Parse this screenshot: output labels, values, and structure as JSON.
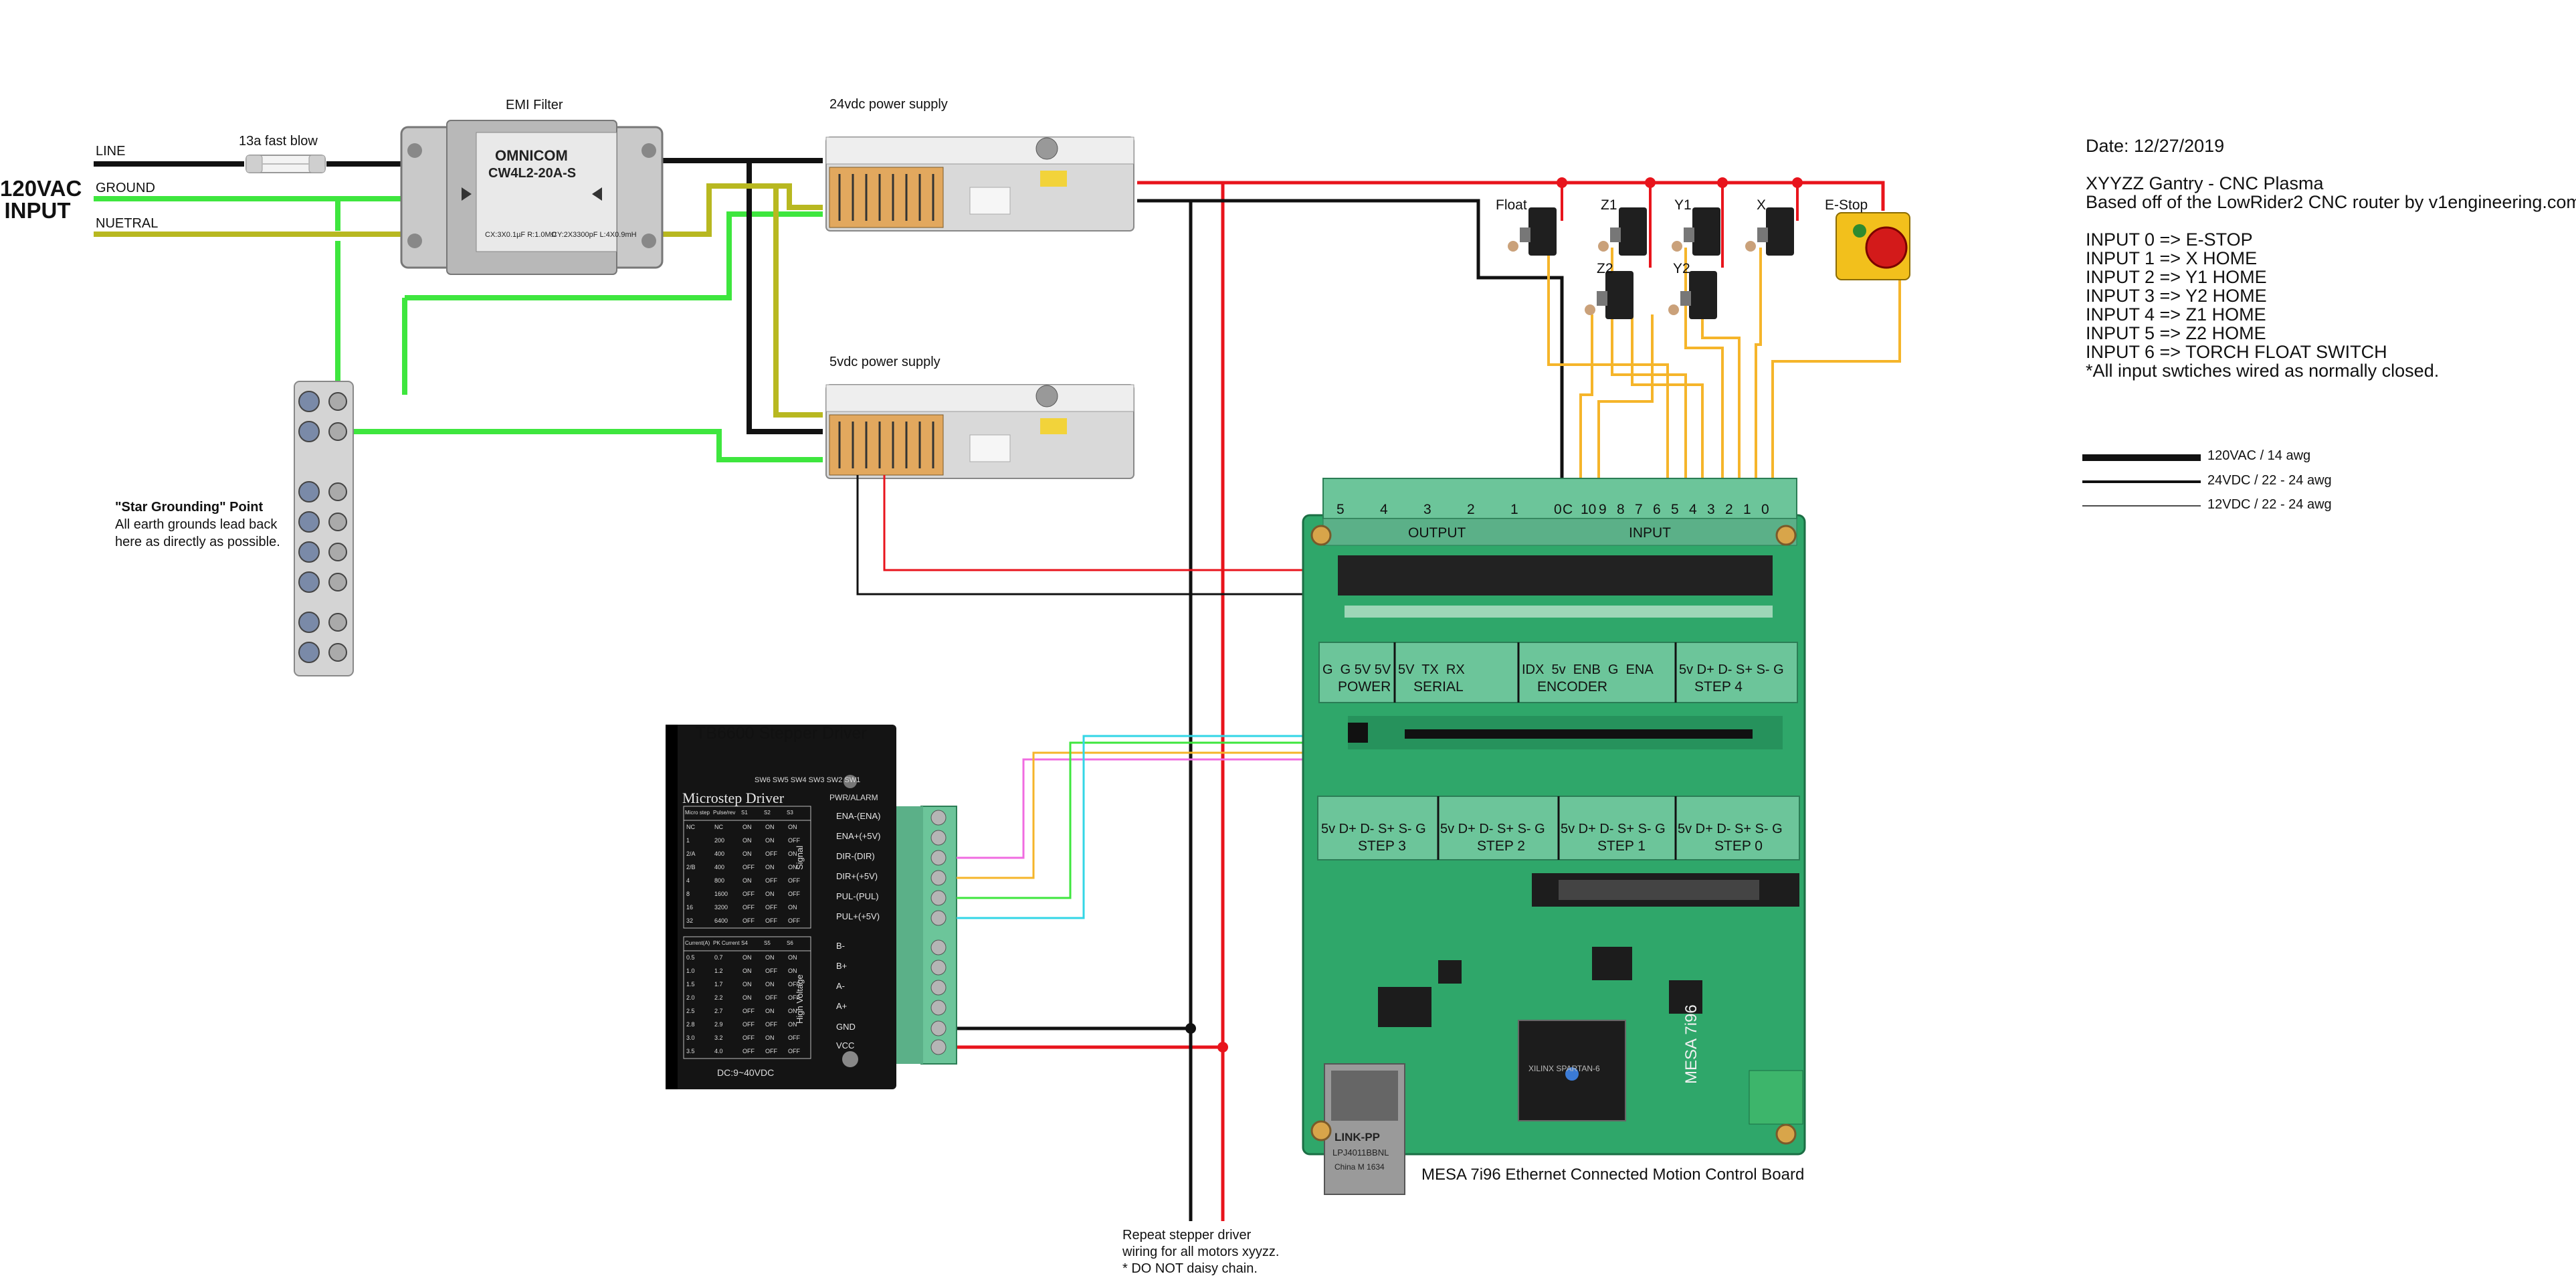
{
  "input_block": {
    "line1": "120VAC",
    "line2": "INPUT"
  },
  "mains_labels": {
    "line": "LINE",
    "ground": "GROUND",
    "neutral": "NUETRAL"
  },
  "fuse": {
    "label": "13a fast blow"
  },
  "emi_filter": {
    "title": "EMI Filter",
    "brand": "OMNICOM",
    "model": "CW4L2-20A-S",
    "spec_left": "CX:3X0.1µF  R:1.0MΩ",
    "spec_right": "CY:2X3300pF  L:4X0.9mH"
  },
  "psu_24": {
    "label": "24vdc power supply"
  },
  "psu_5": {
    "label": "5vdc power supply"
  },
  "star_grounding": {
    "title": "\"Star Grounding\" Point",
    "body": "All earth grounds lead back here as directly as possible."
  },
  "switches": [
    {
      "label": "Float"
    },
    {
      "label": "Z1"
    },
    {
      "label": "Y1"
    },
    {
      "label": "X"
    },
    {
      "label": "Z2"
    },
    {
      "label": "Y2"
    }
  ],
  "estop": {
    "label": "E-Stop"
  },
  "notes": {
    "date": "Date: 12/27/2019",
    "title": "XYYZZ Gantry - CNC Plasma",
    "based_on": "Based off of the LowRider2 CNC router by v1engineering.com",
    "inputs": [
      "INPUT 0 => E-STOP",
      "INPUT 1 => X HOME",
      "INPUT 2 => Y1 HOME",
      "INPUT 3 => Y2 HOME",
      "INPUT 4 => Z1 HOME",
      "INPUT 5 => Z2 HOME",
      "INPUT 6 => TORCH FLOAT SWITCH"
    ],
    "footnote": "*All input swtiches wired as normally closed."
  },
  "legend": [
    {
      "label": "120VAC / 14 awg"
    },
    {
      "label": "24VDC / 22 - 24 awg"
    },
    {
      "label": "12VDC / 22 - 24 awg"
    }
  ],
  "driver": {
    "title": "TB6600 Stepper Driver",
    "face_title": "Microstep Driver",
    "pwr_alarm": "PWR/ALARM",
    "signal_label": "Signal",
    "hv_label": "High Voltage",
    "dc_label": "DC:9~40VDC",
    "dip_label": "SW6 SW5 SW4 SW3 SW2 SW1",
    "pins": [
      "ENA-(ENA)",
      "ENA+(+5V)",
      "DIR-(DIR)",
      "DIR+(+5V)",
      "PUL-(PUL)",
      "PUL+(+5V)",
      "B-",
      "B+",
      "A-",
      "A+",
      "GND",
      "VCC"
    ],
    "micro_table": {
      "headers": [
        "Micro step",
        "Pulse/rev",
        "S1",
        "S2",
        "S3"
      ],
      "rows": [
        [
          "NC",
          "NC",
          "ON",
          "ON",
          "ON"
        ],
        [
          "1",
          "200",
          "ON",
          "ON",
          "OFF"
        ],
        [
          "2/A",
          "400",
          "ON",
          "OFF",
          "ON"
        ],
        [
          "2/B",
          "400",
          "OFF",
          "ON",
          "ON"
        ],
        [
          "4",
          "800",
          "ON",
          "OFF",
          "OFF"
        ],
        [
          "8",
          "1600",
          "OFF",
          "ON",
          "OFF"
        ],
        [
          "16",
          "3200",
          "OFF",
          "OFF",
          "ON"
        ],
        [
          "32",
          "6400",
          "OFF",
          "OFF",
          "OFF"
        ]
      ]
    },
    "current_table": {
      "headers": [
        "Current(A)",
        "PK Current",
        "S4",
        "S5",
        "S6"
      ],
      "rows": [
        [
          "0.5",
          "0.7",
          "ON",
          "ON",
          "ON"
        ],
        [
          "1.0",
          "1.2",
          "ON",
          "OFF",
          "ON"
        ],
        [
          "1.5",
          "1.7",
          "ON",
          "ON",
          "OFF"
        ],
        [
          "2.0",
          "2.2",
          "ON",
          "OFF",
          "OFF"
        ],
        [
          "2.5",
          "2.7",
          "OFF",
          "ON",
          "ON"
        ],
        [
          "2.8",
          "2.9",
          "OFF",
          "OFF",
          "ON"
        ],
        [
          "3.0",
          "3.2",
          "OFF",
          "ON",
          "OFF"
        ],
        [
          "3.5",
          "4.0",
          "OFF",
          "OFF",
          "OFF"
        ]
      ]
    }
  },
  "board": {
    "caption": "MESA 7i96 Ethernet Connected Motion Control Board",
    "output_label": "OUTPUT",
    "input_label": "INPUT",
    "top_pins": [
      "5",
      "4",
      "3",
      "2",
      "1",
      "0",
      "C",
      "10",
      "9",
      "8",
      "7",
      "6",
      "5",
      "4",
      "3",
      "2",
      "1",
      "0"
    ],
    "mid_blocks": [
      {
        "name": "POWER",
        "pins": "G  G 5V 5V"
      },
      {
        "name": "SERIAL",
        "pins": "5V  TX  RX"
      },
      {
        "name": "ENCODER",
        "pins": "IDX  5v  ENB  G  ENA"
      },
      {
        "name": "STEP 4",
        "pins": "5v D+ D- S+ S- G"
      }
    ],
    "bottom_blocks": [
      {
        "name": "STEP 3",
        "pins": "5v D+ D- S+ S- G"
      },
      {
        "name": "STEP 2",
        "pins": "5v D+ D- S+ S- G"
      },
      {
        "name": "STEP 1",
        "pins": "5v D+ D- S+ S- G"
      },
      {
        "name": "STEP 0",
        "pins": "5v D+ D- S+ S- G"
      }
    ],
    "chip_text": "XILINX SPARTAN-6",
    "logo": "MESA 7i96",
    "eth_text1": "LINK-PP",
    "eth_text2": "LPJ4011BBNL",
    "eth_text3": "China M 1634"
  },
  "repeat_note": {
    "line1": "Repeat stepper driver",
    "line2": "wiring for all motors xyyzz.",
    "line3": "* DO NOT daisy chain."
  },
  "colors": {
    "ac_line": "#111111",
    "ground": "#3ee63e",
    "neutral": "#b8b820",
    "dc_positive": "#e8141c",
    "dc_negative": "#111111",
    "switch_signal": "#f5b52a",
    "board_green": "#2fa76a",
    "terminal_green": "#6cc59a"
  }
}
